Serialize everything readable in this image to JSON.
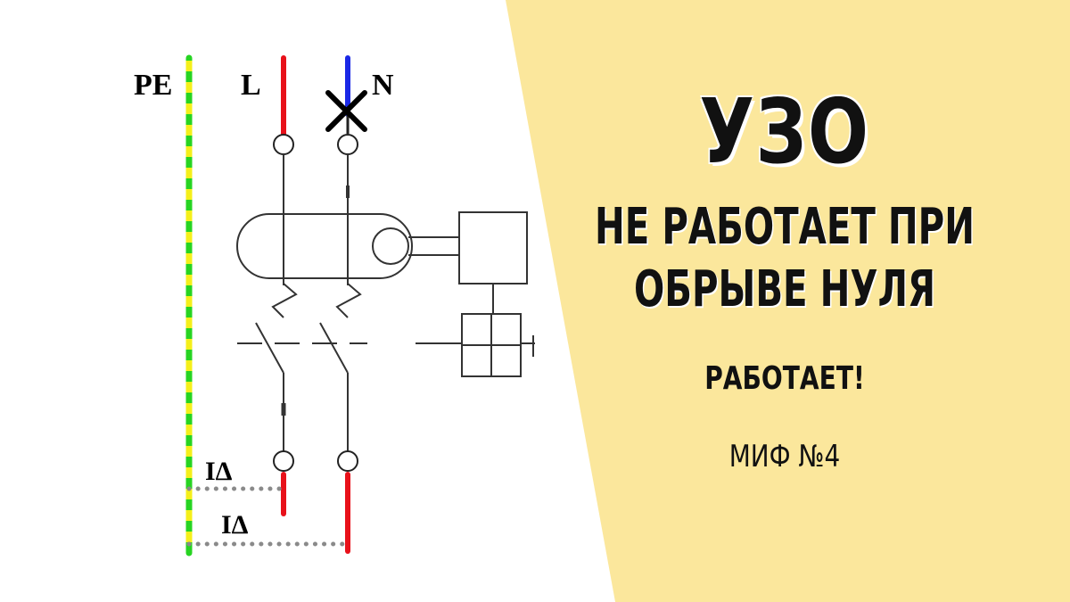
{
  "colors": {
    "panel": "#fbe79c",
    "phase": "#e8111a",
    "neutral": "#1a28e6",
    "pe_green": "#27d422",
    "pe_yellow": "#f5ef1a",
    "leak": "#8a8a8a"
  },
  "diagram": {
    "label_pe": "PE",
    "label_l": "L",
    "label_n": "N",
    "leak_label_1": "IΔ",
    "leak_label_2": "IΔ"
  },
  "headline": {
    "title": "УЗО",
    "subtitle_line1": "НЕ РАБОТАЕТ ПРИ",
    "subtitle_line2": "ОБРЫВЕ НУЛЯ",
    "verdict": "РАБОТАЕТ!",
    "myth": "МИФ №4"
  }
}
